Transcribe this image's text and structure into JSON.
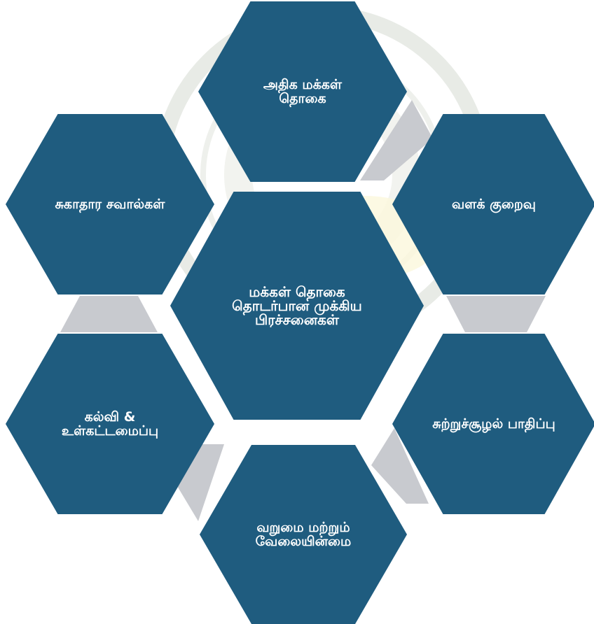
{
  "diagram": {
    "center": {
      "label": "மக்கள் தொகை தொடர்பான முக்கிய பிரச்சனைகள்"
    },
    "items": [
      {
        "label": "அதிக மக்கள் தொகை"
      },
      {
        "label": "வளக் குறைவு"
      },
      {
        "label": "சுற்றுச்சூழல் பாதிப்பு"
      },
      {
        "label": "வறுமை மற்றும் வேலையின்மை"
      },
      {
        "label": "கல்வி & உள்கட்டமைப்பு"
      },
      {
        "label": "சுகாதார சவால்கள்"
      }
    ]
  },
  "colors": {
    "hex_fill": "#1f5c7f",
    "connector_fill": "#c8cacf",
    "watermark": "#e8ebe6",
    "text": "#ffffff"
  }
}
